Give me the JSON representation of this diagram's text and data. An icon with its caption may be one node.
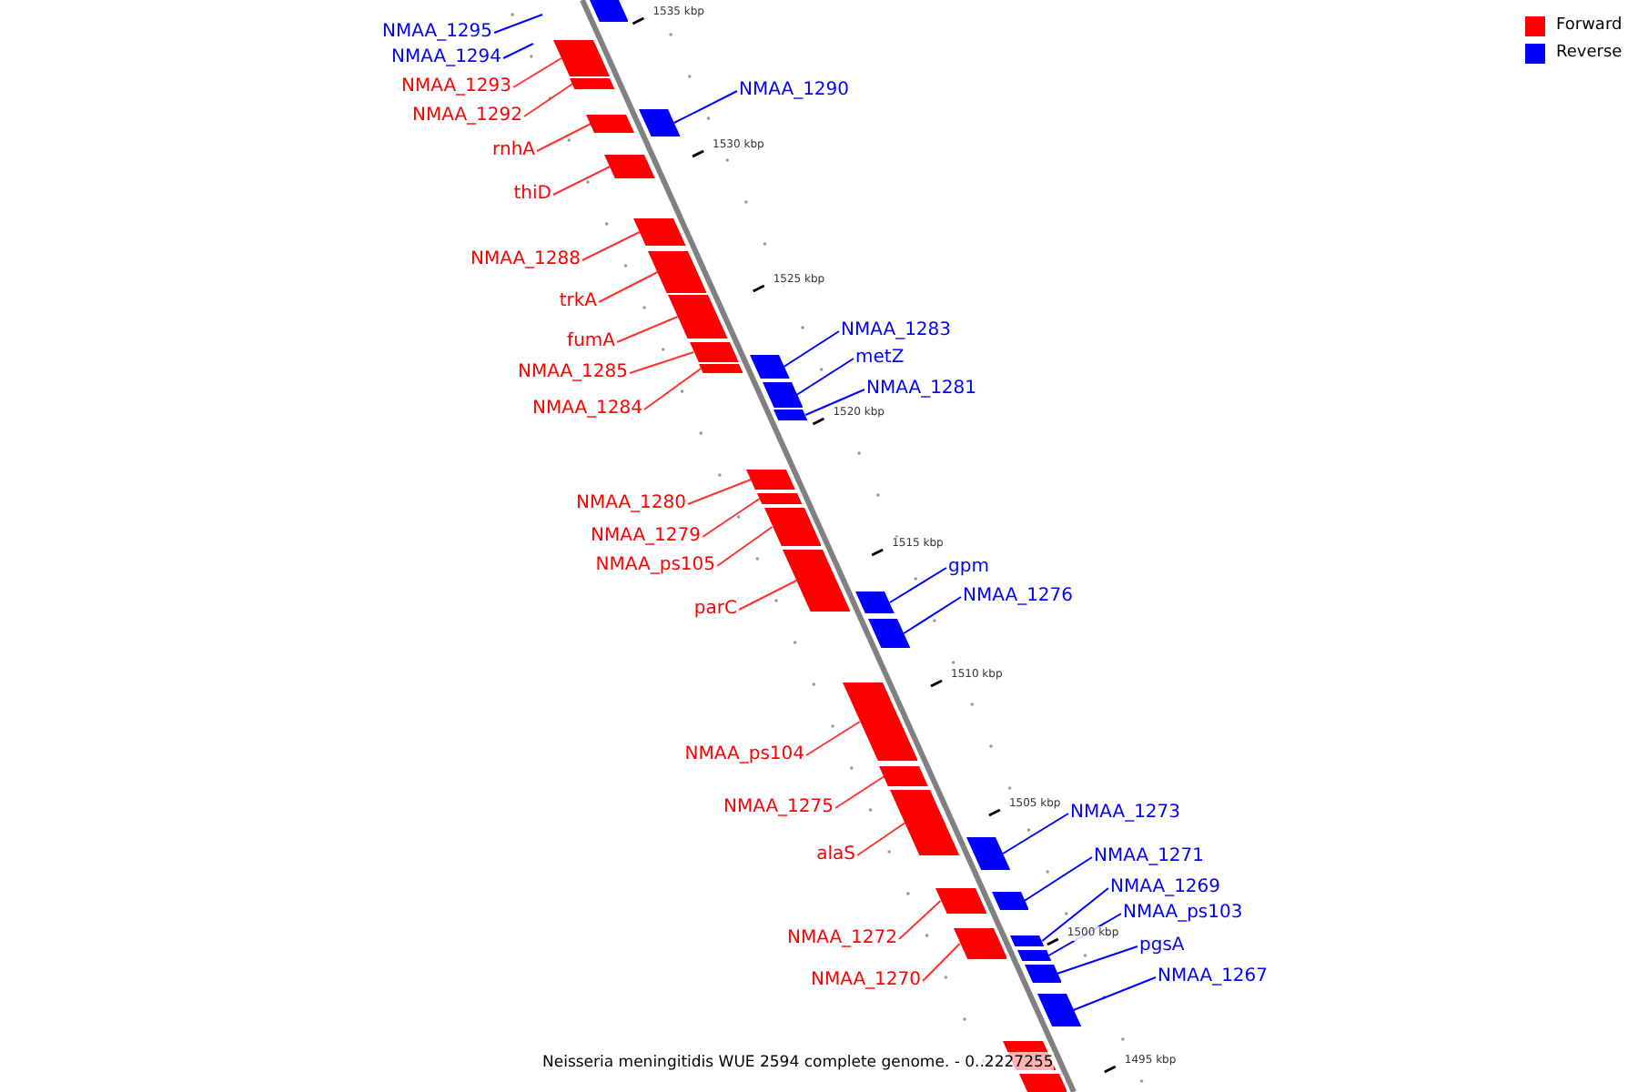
{
  "diagram": {
    "caption": "Neisseria meningitidis WUE 2594 complete genome. - 0..2227255",
    "nodes": [
      {
        "text": [
          "NMAA_1295"
        ]
      },
      {
        "text": [
          "NMAA_1294"
        ]
      },
      {
        "text": [
          "NMAA_1293"
        ]
      },
      {
        "text": [
          "NMAA_1290"
        ]
      },
      {
        "text": [
          "NMAA_1292"
        ]
      },
      {
        "text": [
          "rnhA"
        ]
      },
      {
        "text": [
          "thiD"
        ]
      },
      {
        "text": [
          "NMAA_1288"
        ]
      },
      {
        "text": [
          "trkA"
        ]
      },
      {
        "text": [
          "NMAA_1283"
        ]
      },
      {
        "text": [
          "fumA"
        ]
      },
      {
        "text": [
          "metZ"
        ]
      },
      {
        "text": [
          "NMAA_1285"
        ]
      },
      {
        "text": [
          "NMAA_1281"
        ]
      },
      {
        "text": [
          "NMAA_1284"
        ]
      },
      {
        "text": [
          "NMAA_1280"
        ]
      },
      {
        "text": [
          "NMAA_1279"
        ]
      },
      {
        "text": [
          "NMAA_ps105"
        ]
      },
      {
        "text": [
          "gpm"
        ]
      },
      {
        "text": [
          "NMAA_1276"
        ]
      },
      {
        "text": [
          "parC"
        ]
      },
      {
        "text": [
          "NMAA_ps104"
        ]
      },
      {
        "text": [
          "NMAA_1275"
        ]
      },
      {
        "text": [
          "NMAA_1273"
        ]
      },
      {
        "text": [
          "alaS"
        ]
      },
      {
        "text": [
          "NMAA_1271"
        ]
      },
      {
        "text": [
          "NMAA_1269"
        ]
      },
      {
        "text": [
          "NMAA_ps103"
        ]
      },
      {
        "text": [
          "NMAA_1272"
        ]
      },
      {
        "text": [
          "pgsA"
        ]
      },
      {
        "text": [
          "NMAA_1267"
        ]
      },
      {
        "text": [
          "NMAA_1270"
        ]
      },
      {
        "text": [],
        "shape": "bar"
      },
      {
        "text": [],
        "shape": "bar"
      },
      {
        "text": [],
        "shape": "bar"
      },
      {
        "text": [],
        "shape": "bar"
      },
      {
        "text": [],
        "shape": "bar"
      },
      {
        "text": [],
        "shape": "bar"
      },
      {
        "text": [],
        "shape": "bar"
      },
      {
        "text": [],
        "shape": "bar"
      },
      {
        "text": [],
        "shape": "bar"
      },
      {
        "text": [],
        "shape": "bar"
      },
      {
        "text": [],
        "shape": "bar"
      },
      {
        "text": [],
        "shape": "bar"
      },
      {
        "text": [],
        "shape": "bar"
      },
      {
        "text": [],
        "shape": "bar"
      },
      {
        "text": [],
        "shape": "bar"
      },
      {
        "text": [],
        "shape": "bar"
      },
      {
        "text": [],
        "shape": "bar"
      },
      {
        "text": [],
        "shape": "bar"
      },
      {
        "text": [],
        "shape": "bar"
      },
      {
        "text": [],
        "shape": "bar"
      },
      {
        "text": [],
        "shape": "bar"
      },
      {
        "text": [],
        "shape": "bar"
      },
      {
        "text": [],
        "shape": "bar"
      },
      {
        "text": [],
        "shape": "bar"
      },
      {
        "text": [],
        "shape": "bar"
      },
      {
        "text": [],
        "shape": "bar"
      },
      {
        "text": [],
        "shape": "bar"
      },
      {
        "text": [],
        "shape": "bar"
      },
      {
        "text": [],
        "shape": "bar"
      },
      {
        "text": [],
        "shape": "bar"
      },
      {
        "text": [],
        "shape": "bar"
      },
      {
        "text": [],
        "shape": "bar"
      },
      {
        "text": [],
        "shape": "bar"
      }
    ],
    "edges": [
      {
        "from": 0,
        "to": null,
        "arrow": "none",
        "color": "#0000ff"
      },
      {
        "from": 1,
        "to": null,
        "arrow": "none",
        "color": "#0000ff"
      },
      {
        "from": 2,
        "to": 33,
        "arrow": "none"
      },
      {
        "from": 3,
        "to": 35,
        "arrow": "none",
        "color": "#0000ff"
      },
      {
        "from": 4,
        "to": 34,
        "arrow": "none"
      },
      {
        "from": 5,
        "to": 36,
        "arrow": "none"
      },
      {
        "from": 6,
        "to": 37,
        "arrow": "none"
      },
      {
        "from": 7,
        "to": 38,
        "arrow": "none"
      },
      {
        "from": 8,
        "to": 39,
        "arrow": "none"
      },
      {
        "from": 9,
        "to": 42,
        "arrow": "none",
        "color": "#0000ff"
      },
      {
        "from": 10,
        "to": 40,
        "arrow": "none"
      },
      {
        "from": 11,
        "to": 44,
        "arrow": "none",
        "color": "#0000ff"
      },
      {
        "from": 12,
        "to": 41,
        "arrow": "none"
      },
      {
        "from": 13,
        "to": 45,
        "arrow": "none",
        "color": "#0000ff"
      },
      {
        "from": 14,
        "to": 43,
        "arrow": "none"
      },
      {
        "from": 15,
        "to": 46,
        "arrow": "none"
      },
      {
        "from": 16,
        "to": 47,
        "arrow": "none"
      },
      {
        "from": 17,
        "to": 48,
        "arrow": "none"
      },
      {
        "from": 18,
        "to": 50,
        "arrow": "none",
        "color": "#0000ff"
      },
      {
        "from": 19,
        "to": 51,
        "arrow": "none",
        "color": "#0000ff"
      },
      {
        "from": 20,
        "to": 49,
        "arrow": "none"
      },
      {
        "from": 21,
        "to": 52,
        "arrow": "none"
      },
      {
        "from": 22,
        "to": 53,
        "arrow": "none"
      },
      {
        "from": 23,
        "to": 55,
        "arrow": "none",
        "color": "#0000ff"
      },
      {
        "from": 24,
        "to": 54,
        "arrow": "none"
      },
      {
        "from": 25,
        "to": 57,
        "arrow": "none",
        "color": "#0000ff"
      },
      {
        "from": 26,
        "to": 59,
        "arrow": "none",
        "color": "#0000ff"
      },
      {
        "from": 27,
        "to": 60,
        "arrow": "none",
        "color": "#0000ff"
      },
      {
        "from": 28,
        "to": 56,
        "arrow": "none"
      },
      {
        "from": 29,
        "to": 61,
        "arrow": "none",
        "color": "#0000ff"
      },
      {
        "from": 30,
        "to": 62,
        "arrow": "none",
        "color": "#0000ff"
      },
      {
        "from": 31,
        "to": 58,
        "arrow": "none"
      }
    ],
    "labels": [
      "1535 kbp",
      "1530 kbp",
      "1525 kbp",
      "1520 kbp",
      "1515 kbp",
      "1510 kbp",
      "1505 kbp",
      "1500 kbp",
      "1495 kbp"
    ],
    "legend": [
      {
        "text": "Forward",
        "color": "#ff0000"
      },
      {
        "text": "Reverse",
        "color": "#0000ff"
      }
    ]
  }
}
